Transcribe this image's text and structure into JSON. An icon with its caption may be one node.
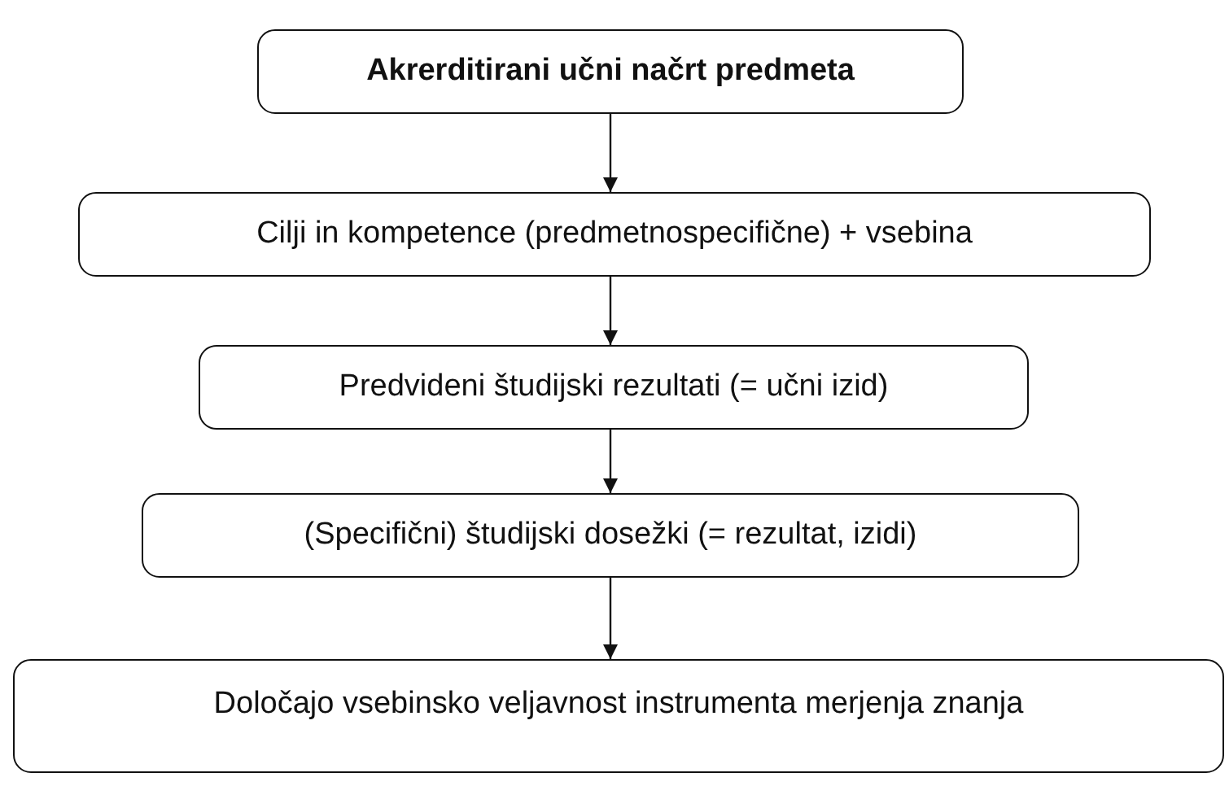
{
  "diagram": {
    "nodes": [
      {
        "text": [
          "Akrerditirani učni načrt predmeta"
        ]
      },
      {
        "text": [
          "Cilji in kompetence (predmetnospecifične) + vsebina"
        ]
      },
      {
        "text": [
          "Predvideni študijski rezultati (= učni izid)"
        ]
      },
      {
        "text": [
          "(Specifični) študijski dosežki (= rezultat, izidi)"
        ]
      },
      {
        "text": [
          "Določajo vsebinsko veljavnost instrumenta merjenja znanja"
        ]
      }
    ],
    "edges": [
      {
        "from": 0,
        "to": 1,
        "arrow": "to"
      },
      {
        "from": 1,
        "to": 2,
        "arrow": "to"
      },
      {
        "from": 2,
        "to": 3,
        "arrow": "to"
      },
      {
        "from": 3,
        "to": 4,
        "arrow": "to"
      }
    ]
  }
}
